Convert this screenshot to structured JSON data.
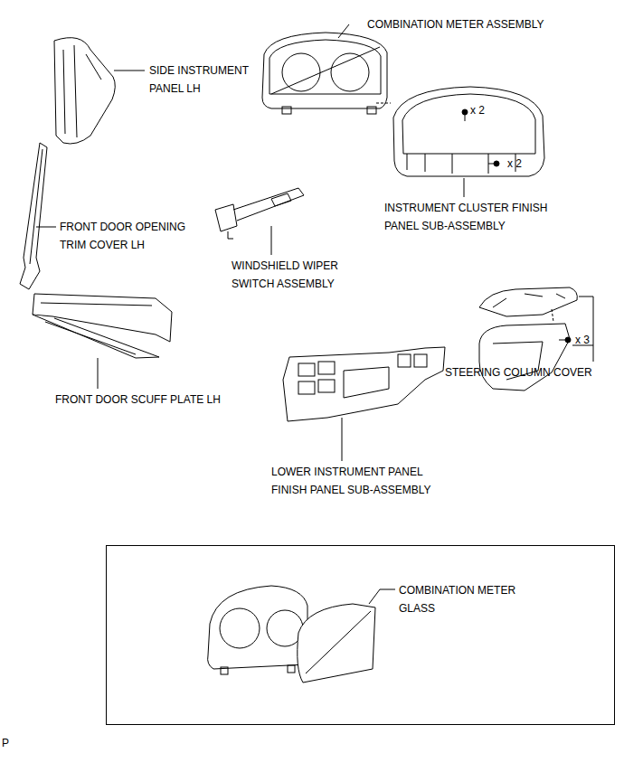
{
  "diagram": {
    "nodes": [
      {
        "text": [
          "COMBINATION METER GLASS"
        ]
      }
    ],
    "labels": [
      "COMBINATION METER ASSEMBLY",
      "SIDE INSTRUMENT PANEL LH",
      "x 2",
      "x 2",
      "INSTRUMENT CLUSTER FINISH PANEL SUB-ASSEMBLY",
      "FRONT DOOR OPENING TRIM COVER LH",
      "WINDSHIELD WIPER SWITCH ASSEMBLY",
      "x 3",
      "STEERING COLUMN COVER",
      "FRONT DOOR SCUFF PLATE LH",
      "LOWER INSTRUMENT PANEL FINISH PANEL SUB-ASSEMBLY",
      "P"
    ]
  }
}
